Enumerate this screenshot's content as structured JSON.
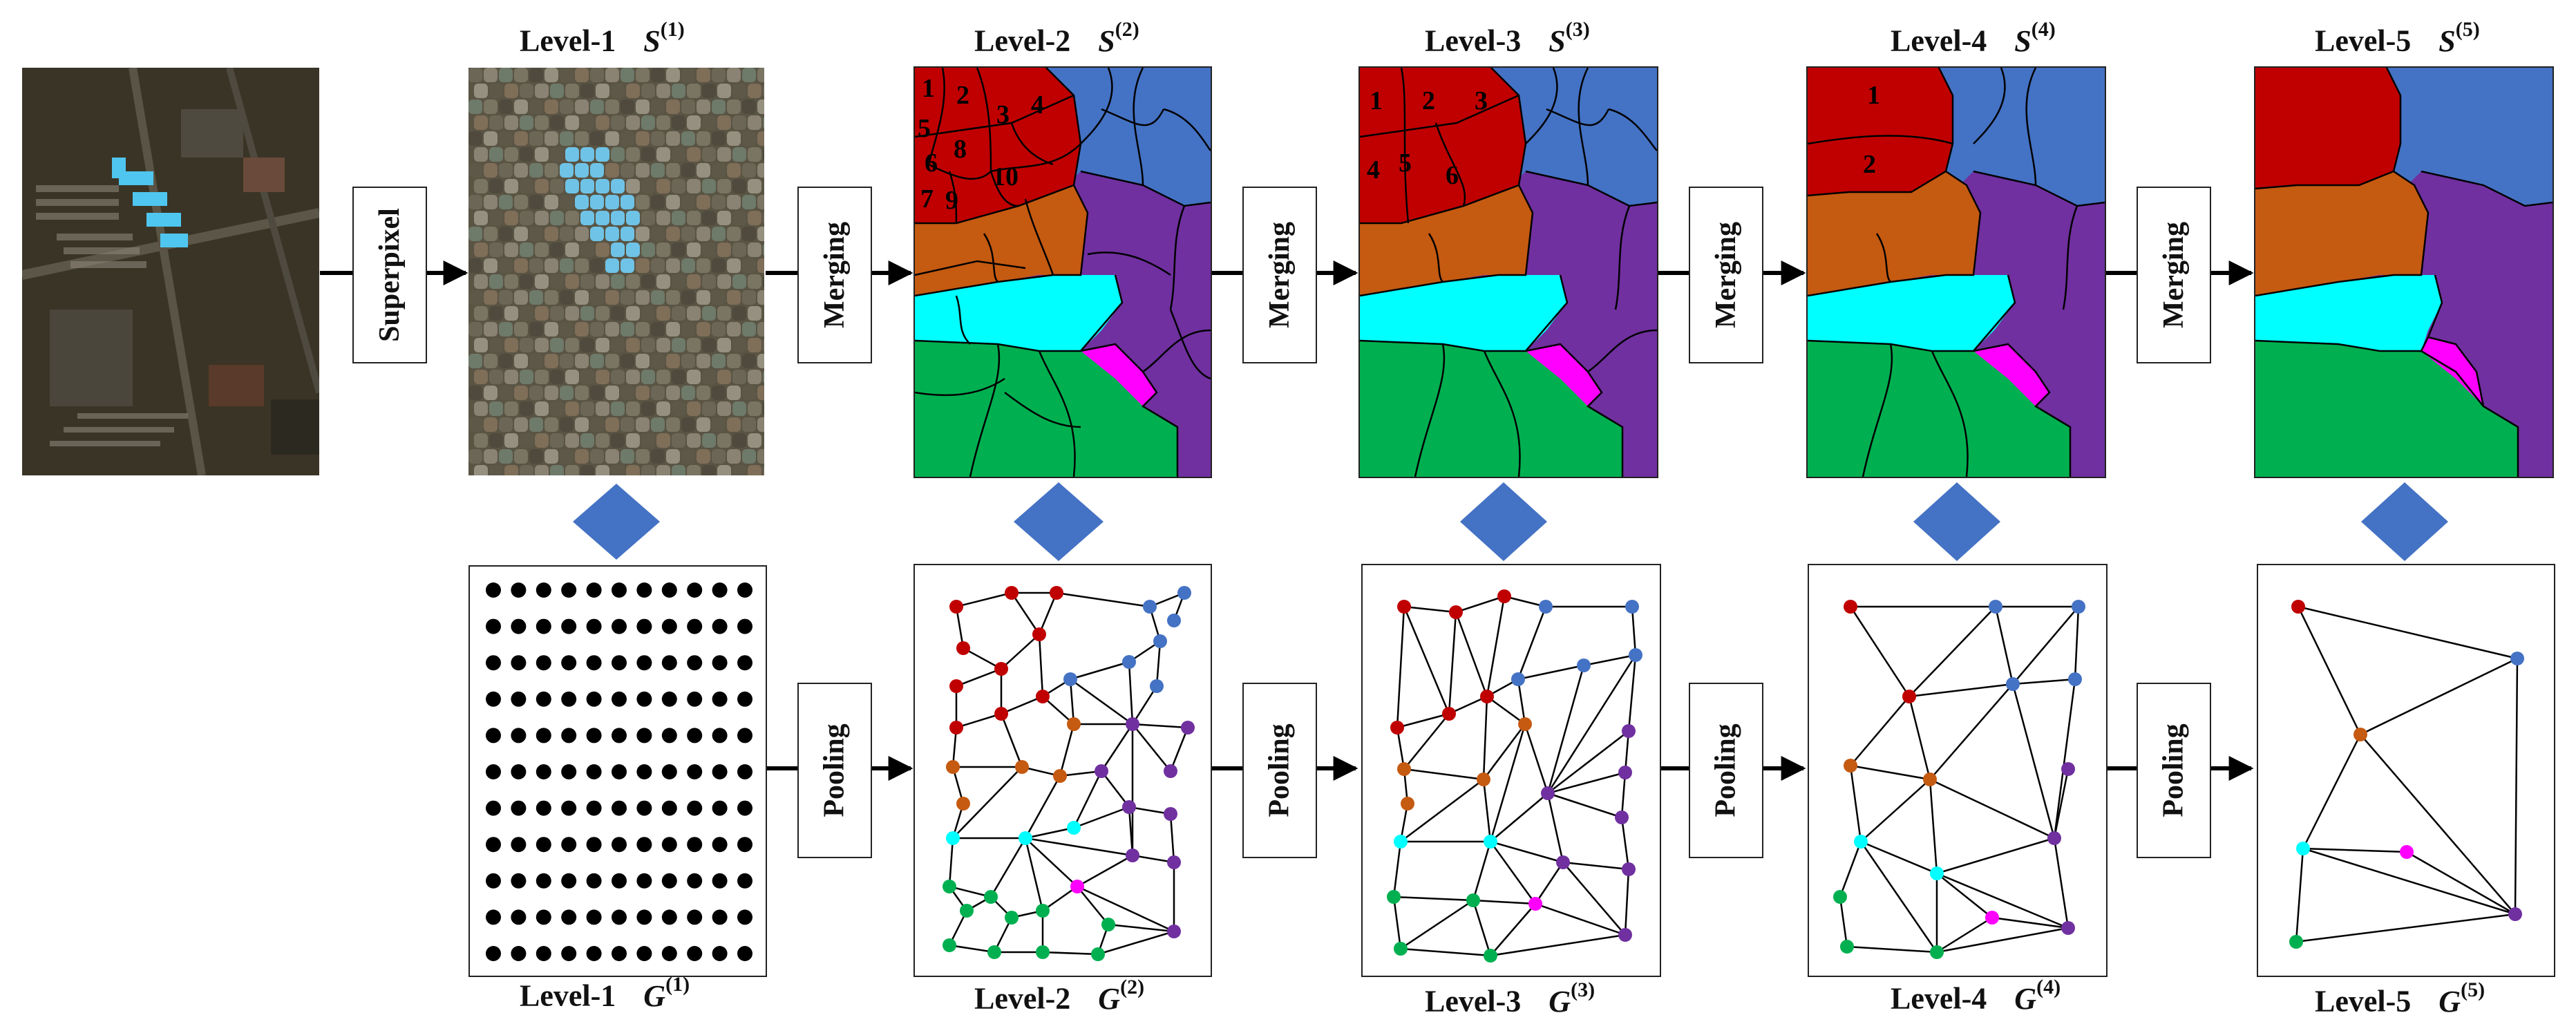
{
  "top_labels": [
    {
      "level": "Level-1",
      "symbol": "S",
      "sup": "(1)"
    },
    {
      "level": "Level-2",
      "symbol": "S",
      "sup": "(2)"
    },
    {
      "level": "Level-3",
      "symbol": "S",
      "sup": "(3)"
    },
    {
      "level": "Level-4",
      "symbol": "S",
      "sup": "(4)"
    },
    {
      "level": "Level-5",
      "symbol": "S",
      "sup": "(5)"
    }
  ],
  "bottom_labels": [
    {
      "level": "Level-1",
      "symbol": "G",
      "sup": "(1)"
    },
    {
      "level": "Level-2",
      "symbol": "G",
      "sup": "(2)"
    },
    {
      "level": "Level-3",
      "symbol": "G",
      "sup": "(3)"
    },
    {
      "level": "Level-4",
      "symbol": "G",
      "sup": "(4)"
    },
    {
      "level": "Level-5",
      "symbol": "G",
      "sup": "(5)"
    }
  ],
  "process_boxes": {
    "superpixel": "Superpixel",
    "merging": "Merging",
    "pooling": "Pooling"
  },
  "region_numbers": {
    "level2": [
      "1",
      "2",
      "3",
      "4",
      "5",
      "6",
      "7",
      "8",
      "9",
      "10"
    ],
    "level3": [
      "1",
      "2",
      "3",
      "4",
      "5",
      "6"
    ],
    "level4": [
      "1",
      "2"
    ]
  },
  "colors": {
    "red": "#c00000",
    "blue": "#4472c4",
    "orange": "#c55a11",
    "cyan": "#00ffff",
    "purple": "#7030a0",
    "green": "#00b050",
    "magenta": "#ff00ff",
    "arrow_blue": "#4472c4",
    "node_black": "#000000"
  }
}
